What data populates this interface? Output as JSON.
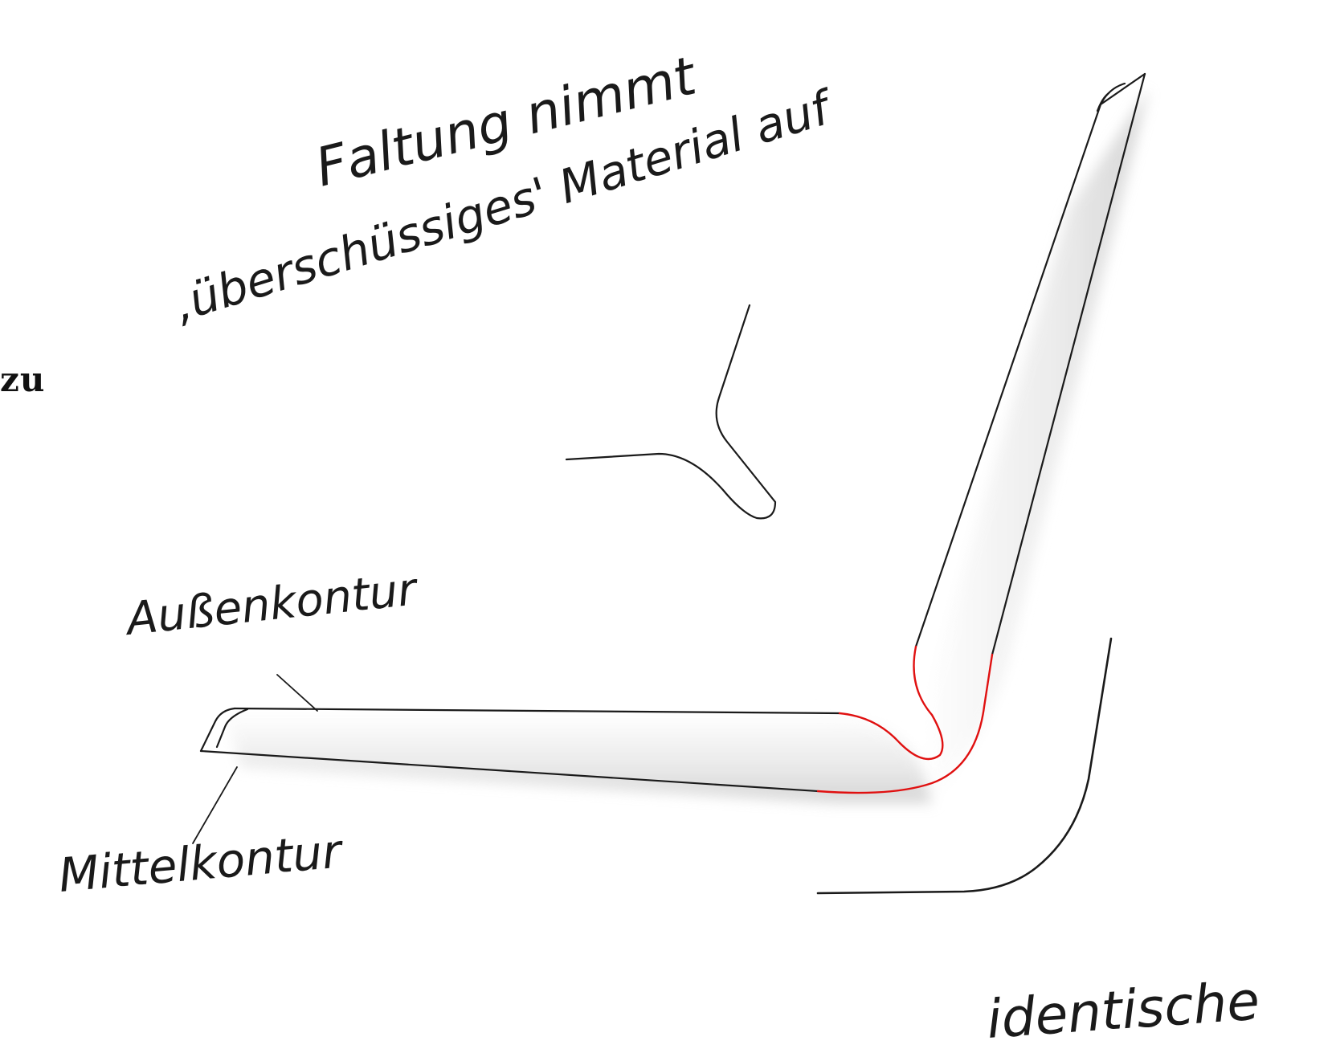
{
  "annotations": {
    "fold_line1": "Faltung nimmt",
    "fold_line2": "‚überschüssiges' Material auf",
    "outer_contour": "Außenkontur",
    "middle_contour": "Mittelkontur",
    "identical": "identische"
  },
  "side_text": "zu",
  "colors": {
    "ink": "#1a1a1a",
    "highlight": "#e01010",
    "shading": "#d9d9d9"
  }
}
